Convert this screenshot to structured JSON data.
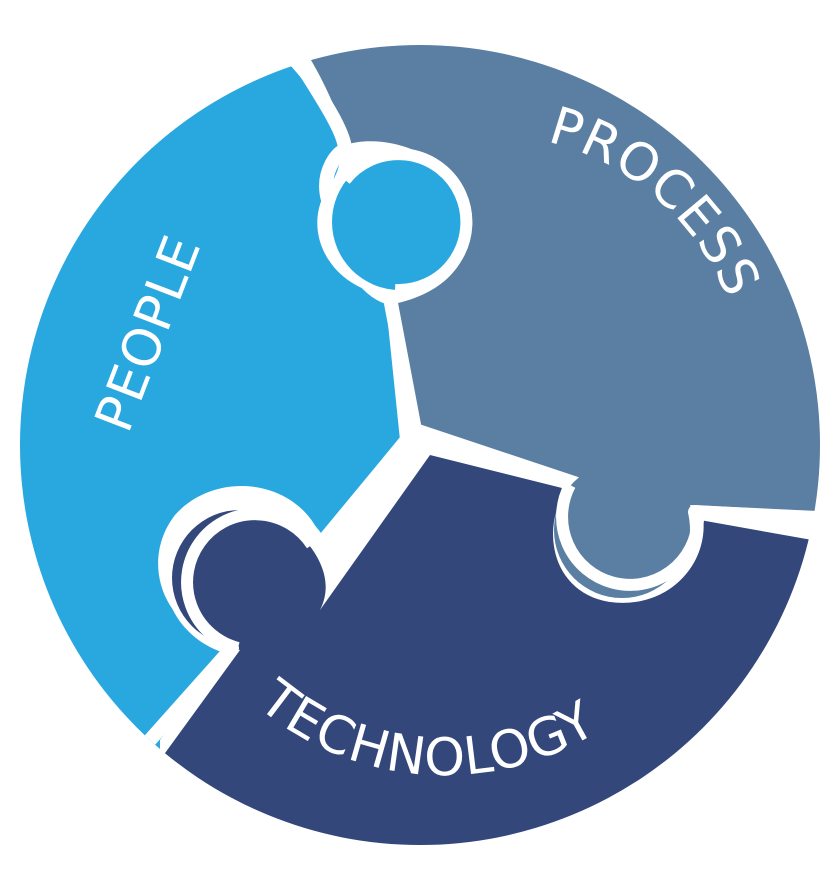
{
  "pieces": {
    "people": {
      "label": "PEOPLE",
      "color": "#29a8df"
    },
    "process": {
      "label": "PROCESS",
      "color": "#5a7fa2"
    },
    "technology": {
      "label": "TECHNOLOGY",
      "color": "#33477b"
    }
  },
  "background_color": "#ffffff"
}
